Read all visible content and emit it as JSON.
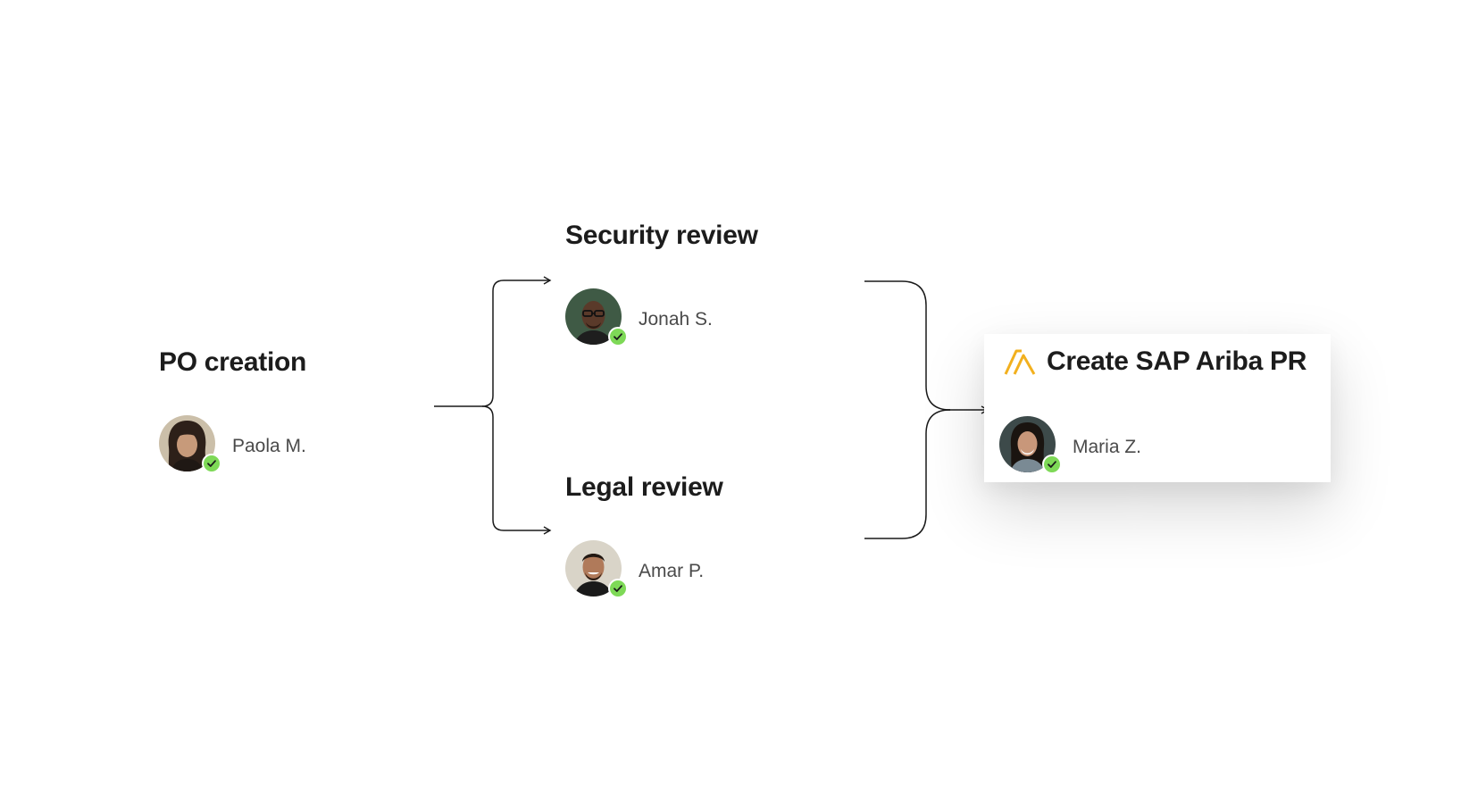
{
  "steps": {
    "po_creation": {
      "title": "PO creation",
      "assignee": "Paola M.",
      "status": "approved"
    },
    "security_review": {
      "title": "Security review",
      "assignee": "Jonah S.",
      "status": "approved"
    },
    "legal_review": {
      "title": "Legal review",
      "assignee": "Amar P.",
      "status": "approved"
    },
    "sap_ariba": {
      "title": "Create SAP Ariba PR",
      "assignee": "Maria Z.",
      "status": "approved",
      "logo_icon": "sap-ariba-logo-icon"
    }
  },
  "colors": {
    "check_badge": "#7ed957",
    "ariba_logo": "#f2b01e",
    "connector": "#1a1a1a",
    "title_text": "#1c1c1c",
    "name_text": "#4a4a4a"
  }
}
